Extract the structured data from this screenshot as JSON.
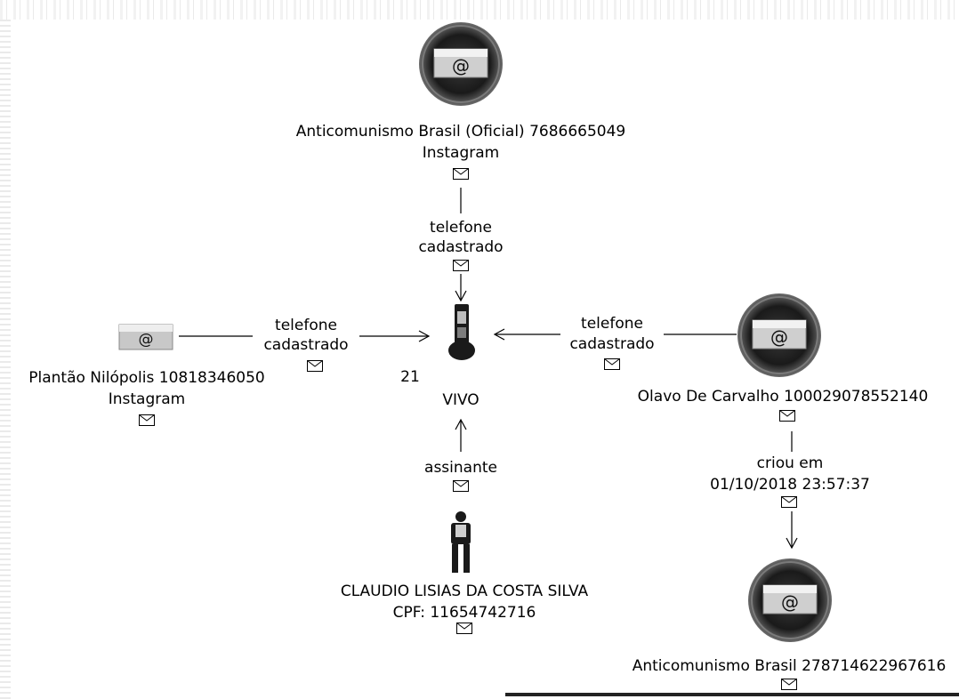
{
  "nodes": {
    "anticomunismo_oficial": {
      "name": "Anticomunismo Brasil (Oficial) 7686665049",
      "sub": "Instagram"
    },
    "plantao": {
      "name": "Plantão Nilópolis 10818346050",
      "sub": "Instagram"
    },
    "phone": {
      "number": "21",
      "carrier": "VIVO"
    },
    "olavo": {
      "name": "Olavo De Carvalho 100029078552140"
    },
    "claudio": {
      "name": "CLAUDIO LISIAS DA COSTA SILVA",
      "sub": "CPF: 11654742716"
    },
    "anticomunismo_2": {
      "name": "Anticomunismo Brasil 278714622967616"
    }
  },
  "edges": {
    "top": {
      "line1": "telefone",
      "line2": "cadastrado"
    },
    "left": {
      "line1": "telefone",
      "line2": "cadastrado"
    },
    "right": {
      "line1": "telefone",
      "line2": "cadastrado"
    },
    "bottom": {
      "line1": "assinante"
    },
    "created": {
      "line1": "criou em",
      "line2": "01/10/2018 23:57:37"
    }
  },
  "colors": {
    "line": "#000000",
    "badge_ring": "#6b6b6b",
    "badge_center": "#1e1e1e"
  },
  "icons": [
    "profile-badge-icon",
    "instagram-avatar-icon",
    "mobile-phone-icon",
    "person-icon",
    "envelope-icon",
    "arrow-icon"
  ]
}
